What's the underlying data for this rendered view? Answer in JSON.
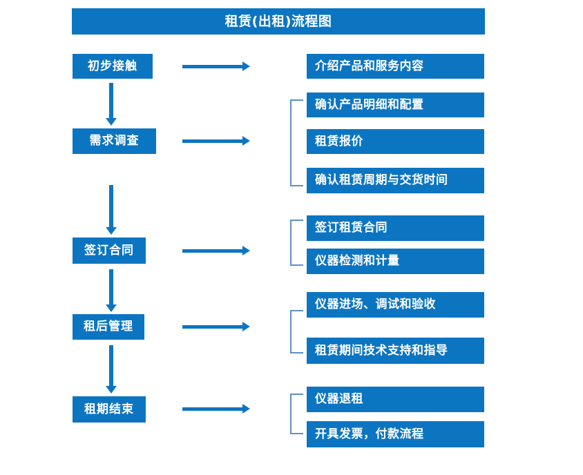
{
  "diagram": {
    "title": "租赁(出租)流程图",
    "accent_color": "#0c75c2",
    "bracket_color": "#5b8fc9",
    "text_color": "#ffffff",
    "background_color": "#ffffff"
  },
  "stages": [
    {
      "id": "stage-1",
      "label": "初步接触",
      "details": [
        "介绍产品和服务内容"
      ],
      "bracketed": false
    },
    {
      "id": "stage-2",
      "label": "需求调查",
      "details": [
        "确认产品明细和配置",
        "租赁报价",
        "确认租赁周期与交货时间"
      ],
      "bracketed": true
    },
    {
      "id": "stage-3",
      "label": "签订合同",
      "details": [
        "签订租赁合同",
        "仪器检测和计量"
      ],
      "bracketed": true
    },
    {
      "id": "stage-4",
      "label": "租后管理",
      "details": [
        "仪器进场、调试和验收",
        "租赁期间技术支持和指导"
      ],
      "bracketed": true
    },
    {
      "id": "stage-5",
      "label": "租期结束",
      "details": [
        "仪器退租",
        "开具发票，付款流程"
      ],
      "bracketed": true
    }
  ],
  "flow_arrows": {
    "horizontal_count": 5,
    "vertical_count": 4,
    "direction_horizontal": "left-to-right",
    "direction_vertical": "top-to-bottom"
  }
}
